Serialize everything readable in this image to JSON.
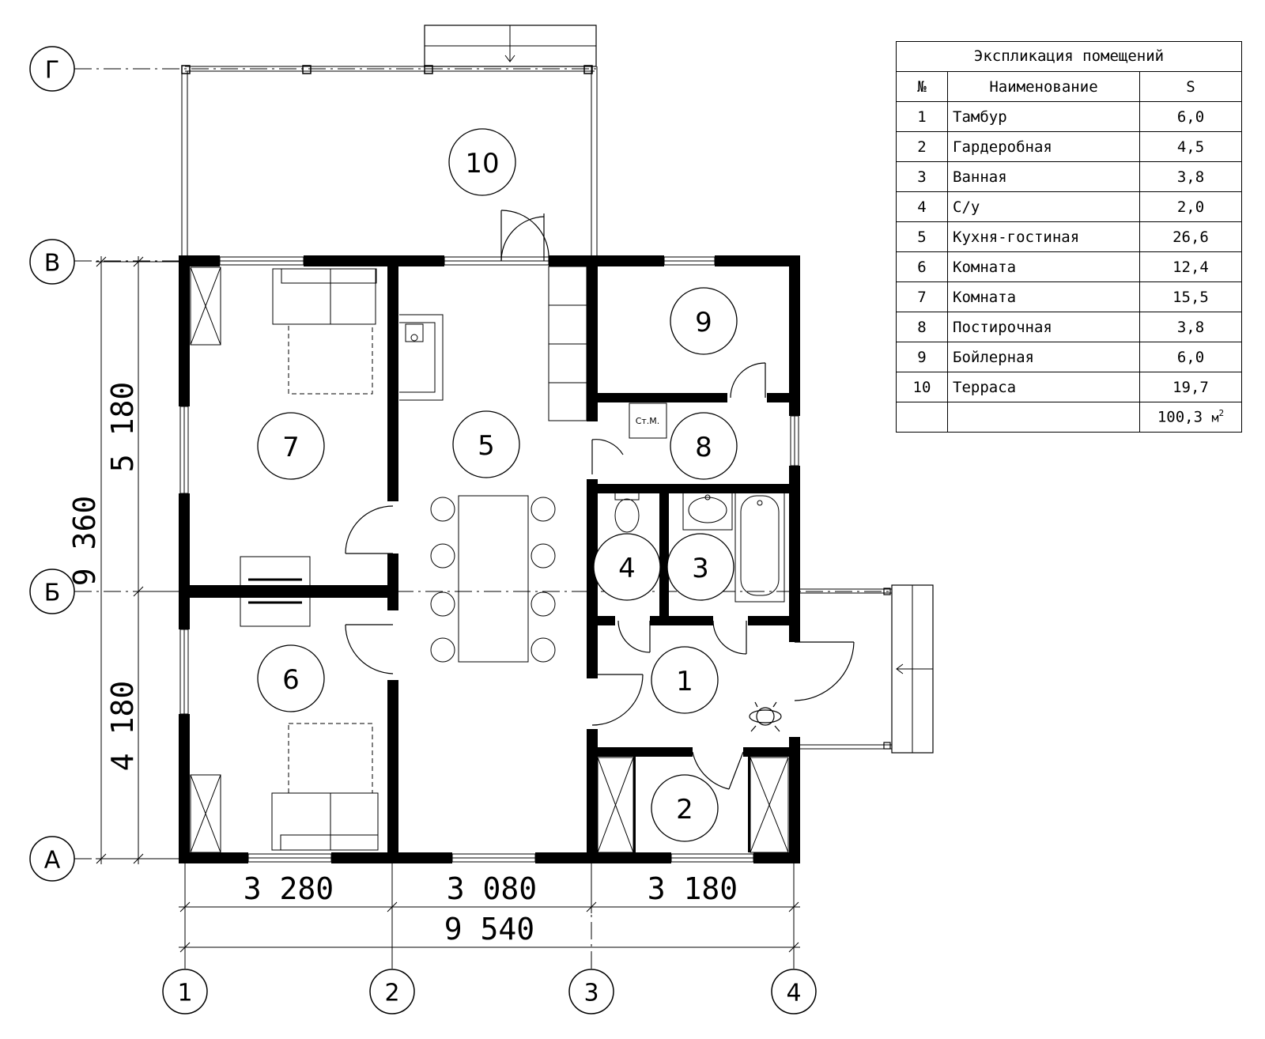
{
  "axes": {
    "rows": [
      "Г",
      "В",
      "Б",
      "А"
    ],
    "columns": [
      "1",
      "2",
      "3",
      "4"
    ]
  },
  "dimensions": {
    "horizontal": [
      "3 280",
      "3 080",
      "3 180"
    ],
    "horizontal_total": "9 540",
    "vertical": [
      "5 180",
      "4 180"
    ],
    "vertical_total": "9 360"
  },
  "rooms": [
    {
      "num": "1"
    },
    {
      "num": "2"
    },
    {
      "num": "3"
    },
    {
      "num": "4"
    },
    {
      "num": "5"
    },
    {
      "num": "6"
    },
    {
      "num": "7"
    },
    {
      "num": "8"
    },
    {
      "num": "9"
    },
    {
      "num": "10"
    }
  ],
  "furniture": {
    "washer_label": "Ст.М."
  },
  "explication": {
    "title": "Экспликация помещений",
    "headers": {
      "num": "№",
      "name": "Наименование",
      "area": "S"
    },
    "rows": [
      {
        "num": "1",
        "name": "Тамбур",
        "area": "6,0"
      },
      {
        "num": "2",
        "name": "Гардеробная",
        "area": "4,5"
      },
      {
        "num": "3",
        "name": "Ванная",
        "area": "3,8"
      },
      {
        "num": "4",
        "name": "С/у",
        "area": "2,0"
      },
      {
        "num": "5",
        "name": "Кухня-гостиная",
        "area": "26,6"
      },
      {
        "num": "6",
        "name": "Комната",
        "area": "12,4"
      },
      {
        "num": "7",
        "name": "Комната",
        "area": "15,5"
      },
      {
        "num": "8",
        "name": "Постирочная",
        "area": "3,8"
      },
      {
        "num": "9",
        "name": "Бойлерная",
        "area": "6,0"
      },
      {
        "num": "10",
        "name": "Терраса",
        "area": "19,7"
      }
    ],
    "total": {
      "value": "100,3",
      "unit": "м",
      "unit_sup": "2"
    }
  }
}
